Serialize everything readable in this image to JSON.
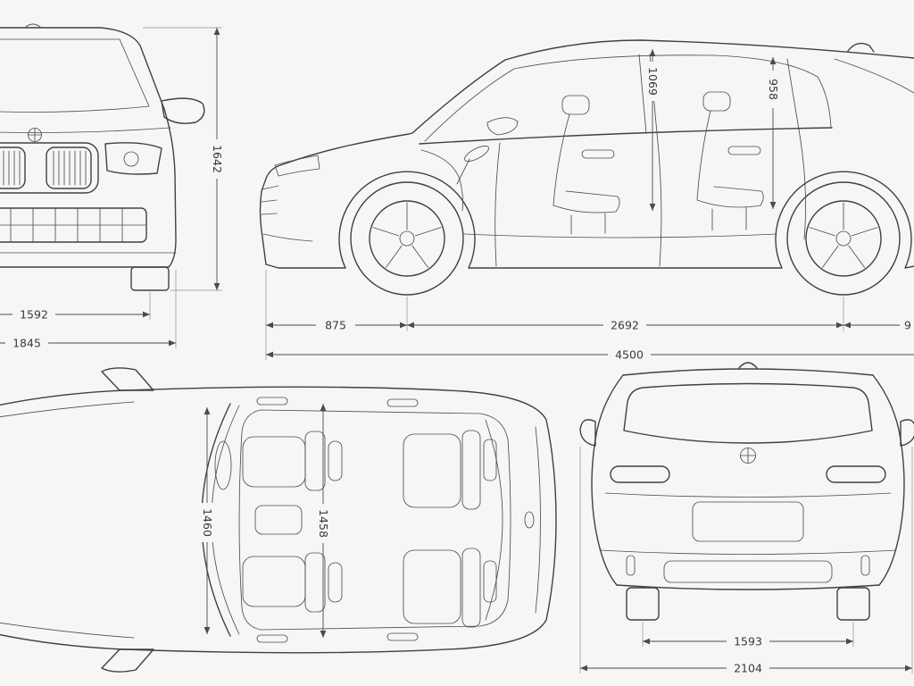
{
  "diagram": {
    "front": {
      "overall_height": "1642",
      "front_track": "1592",
      "overall_width": "1845"
    },
    "side": {
      "front_headroom": "1069",
      "rear_headroom": "958",
      "front_overhang": "875",
      "wheelbase": "2692",
      "rear_overhang_cut": "9",
      "overall_length": "4500"
    },
    "top": {
      "front_interior_width": "1460",
      "rear_interior_width": "1458"
    },
    "rear": {
      "rear_track": "1593",
      "overall_width_incl_mirrors": "2104"
    }
  }
}
